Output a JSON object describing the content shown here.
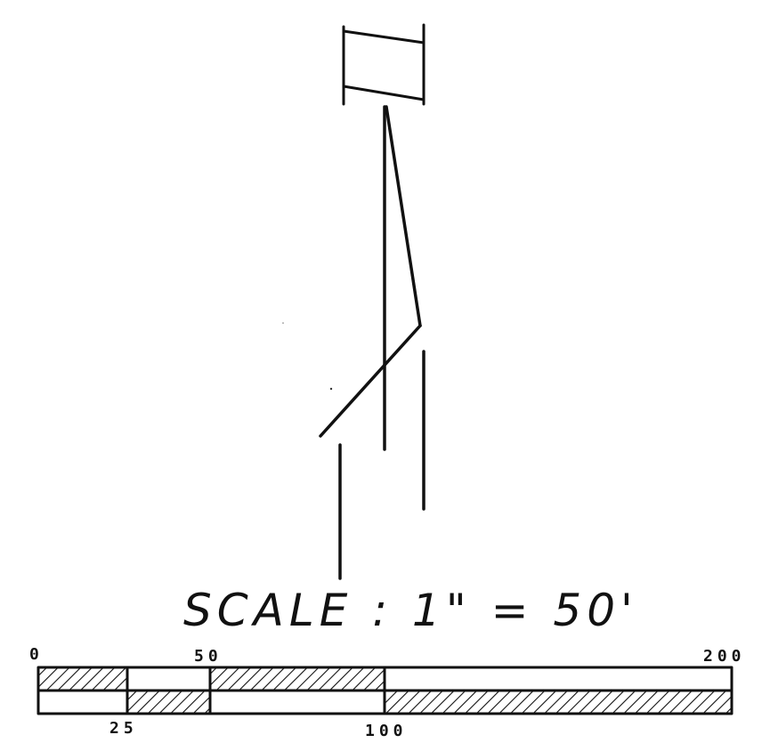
{
  "scale": {
    "title": "SCALE : 1\" = 50'",
    "ticks_top": [
      "0",
      "50",
      "200"
    ],
    "ticks_bottom": [
      "25",
      "100"
    ]
  },
  "colors": {
    "ink": "#111111",
    "paper": "#ffffff"
  }
}
